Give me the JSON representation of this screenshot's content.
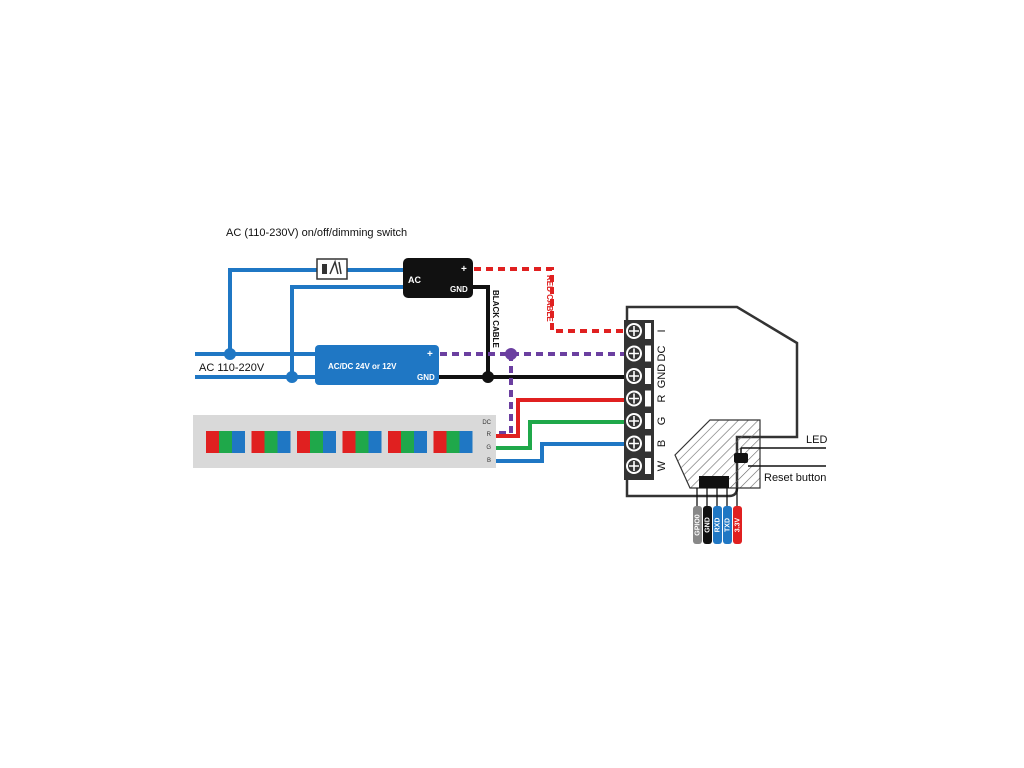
{
  "colors": {
    "blue": "#1f77c4",
    "black": "#111111",
    "red": "#e02020",
    "green": "#1fa84a",
    "purple": "#6b3fa0",
    "gray": "#888888",
    "strip_bg": "#d9d9d9"
  },
  "labels": {
    "switch_title": "AC (110-230V) on/off/dimming switch",
    "mains": "AC 110-220V",
    "psu_ac": "AC",
    "psu_plus": "+",
    "psu_gnd": "GND",
    "black_cable": "BLACK CABLE",
    "red_cable": "RED CABLE",
    "driver": "AC/DC 24V or 12V",
    "driver_plus": "+",
    "driver_gnd": "GND",
    "led": "LED",
    "reset": "Reset button"
  },
  "strip_pins": [
    "DC",
    "R",
    "G",
    "B"
  ],
  "terminals": [
    "I",
    "DC",
    "GND",
    "R",
    "G",
    "B",
    "W"
  ],
  "header_pins": [
    {
      "label": "GPIO0",
      "color": "#888888"
    },
    {
      "label": "GND",
      "color": "#111111"
    },
    {
      "label": "RXD",
      "color": "#1f77c4"
    },
    {
      "label": "TXD",
      "color": "#1f77c4"
    },
    {
      "label": "3.3V",
      "color": "#e02020"
    }
  ],
  "led_segments": 6,
  "icons": {
    "switch": "switch-icon",
    "terminal_screw": "screw-terminal-icon"
  }
}
